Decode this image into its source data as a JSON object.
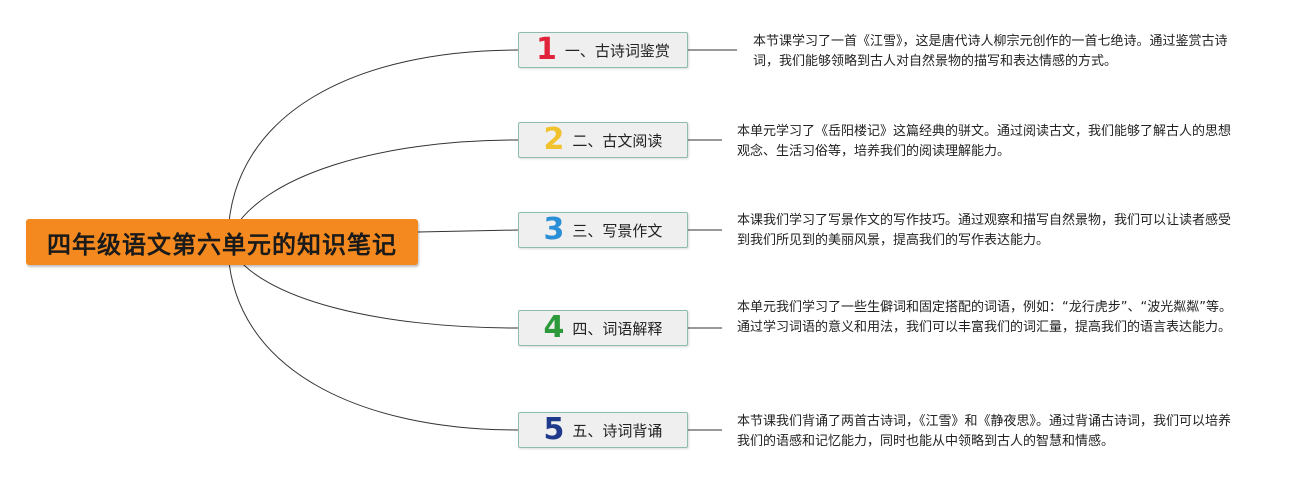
{
  "root": {
    "title": "四年级语文第六单元的知识笔记",
    "color": "#f48a1f"
  },
  "branches": [
    {
      "number": "1",
      "number_color": "#e0233a",
      "label": "一、古诗词鉴赏",
      "note": "本节课学习了一首《江雪》，这是唐代诗人柳宗元创作的一首七绝诗。通过鉴赏古诗词，我们能够领略到古人对自然景物的描写和表达情感的方式。"
    },
    {
      "number": "2",
      "number_color": "#f2c12e",
      "label": "二、古文阅读",
      "note": "本单元学习了《岳阳楼记》这篇经典的骈文。通过阅读古文，我们能够了解古人的思想观念、生活习俗等，培养我们的阅读理解能力。"
    },
    {
      "number": "3",
      "number_color": "#2a8fd6",
      "label": "三、写景作文",
      "note": "本课我们学习了写景作文的写作技巧。通过观察和描写自然景物，我们可以让读者感受到我们所见到的美丽风景，提高我们的写作表达能力。"
    },
    {
      "number": "4",
      "number_color": "#2c9a3a",
      "label": "四、词语解释",
      "note": "本单元我们学习了一些生僻词和固定搭配的词语，例如：“龙行虎步”、“波光粼粼”等。通过学习词语的意义和用法，我们可以丰富我们的词汇量，提高我们的语言表达能力。"
    },
    {
      "number": "5",
      "number_color": "#1f3a8a",
      "label": "五、诗词背诵",
      "note": "本节课我们背诵了两首古诗词，《江雪》和《静夜思》。通过背诵古诗词，我们可以培养我们的语感和记忆能力，同时也能从中领略到古人的智慧和情感。"
    }
  ]
}
